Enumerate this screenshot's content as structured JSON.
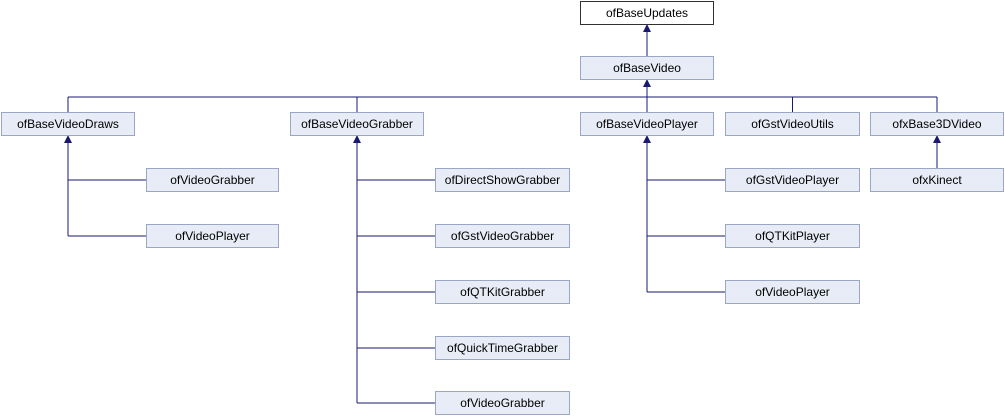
{
  "diagram": {
    "type": "class-inheritance-graph",
    "colors": {
      "edge": "#191970",
      "node_fill": "#e8ecf6",
      "node_border": "#9aa6c6",
      "root_fill": "#ffffff",
      "root_border": "#303030"
    },
    "nodes": {
      "ofBaseUpdates": "ofBaseUpdates",
      "ofBaseVideo": "ofBaseVideo",
      "ofBaseVideoDraws": "ofBaseVideoDraws",
      "ofBaseVideoGrabber": "ofBaseVideoGrabber",
      "ofBaseVideoPlayer": "ofBaseVideoPlayer",
      "ofGstVideoUtils": "ofGstVideoUtils",
      "ofxBase3DVideo": "ofxBase3DVideo",
      "ofVideoGrabber_draws": "ofVideoGrabber",
      "ofVideoPlayer_draws": "ofVideoPlayer",
      "ofDirectShowGrabber": "ofDirectShowGrabber",
      "ofGstVideoGrabber": "ofGstVideoGrabber",
      "ofQTKitGrabber": "ofQTKitGrabber",
      "ofQuickTimeGrabber": "ofQuickTimeGrabber",
      "ofVideoGrabber_grabber": "ofVideoGrabber",
      "ofGstVideoPlayer": "ofGstVideoPlayer",
      "ofQTKitPlayer": "ofQTKitPlayer",
      "ofVideoPlayer_player": "ofVideoPlayer",
      "ofxKinect": "ofxKinect"
    },
    "edges": [
      {
        "from": "ofBaseVideo",
        "to": "ofBaseUpdates"
      },
      {
        "from": "ofBaseVideoDraws",
        "to": "ofBaseVideo"
      },
      {
        "from": "ofBaseVideoGrabber",
        "to": "ofBaseVideo"
      },
      {
        "from": "ofBaseVideoPlayer",
        "to": "ofBaseVideo"
      },
      {
        "from": "ofGstVideoUtils",
        "to": "ofBaseVideo"
      },
      {
        "from": "ofxBase3DVideo",
        "to": "ofBaseVideo"
      },
      {
        "from": "ofVideoGrabber_draws",
        "to": "ofBaseVideoDraws"
      },
      {
        "from": "ofVideoPlayer_draws",
        "to": "ofBaseVideoDraws"
      },
      {
        "from": "ofDirectShowGrabber",
        "to": "ofBaseVideoGrabber"
      },
      {
        "from": "ofGstVideoGrabber",
        "to": "ofBaseVideoGrabber"
      },
      {
        "from": "ofQTKitGrabber",
        "to": "ofBaseVideoGrabber"
      },
      {
        "from": "ofQuickTimeGrabber",
        "to": "ofBaseVideoGrabber"
      },
      {
        "from": "ofVideoGrabber_grabber",
        "to": "ofBaseVideoGrabber"
      },
      {
        "from": "ofGstVideoPlayer",
        "to": "ofBaseVideoPlayer"
      },
      {
        "from": "ofQTKitPlayer",
        "to": "ofBaseVideoPlayer"
      },
      {
        "from": "ofVideoPlayer_player",
        "to": "ofBaseVideoPlayer"
      },
      {
        "from": "ofxKinect",
        "to": "ofxBase3DVideo"
      }
    ]
  }
}
